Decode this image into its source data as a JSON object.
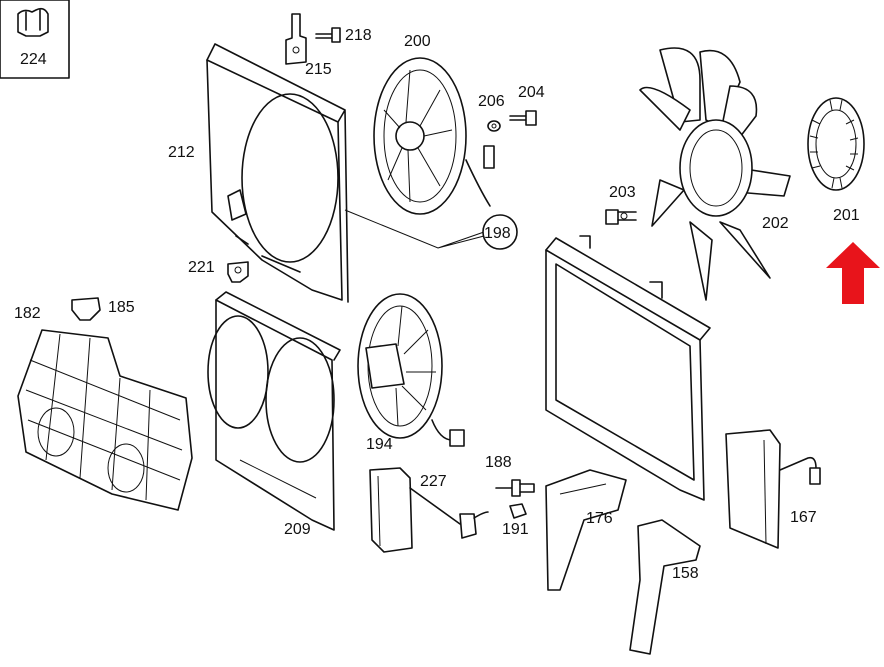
{
  "callouts": {
    "p224": "224",
    "p218": "218",
    "p215": "215",
    "p200": "200",
    "p206": "206",
    "p204": "204",
    "p212": "212",
    "p198": "198",
    "p203": "203",
    "p202": "202",
    "p201": "201",
    "p221": "221",
    "p182": "182",
    "p185": "185",
    "p194": "194",
    "p188": "188",
    "p227": "227",
    "p191": "191",
    "p176": "176",
    "p209": "209",
    "p167": "167",
    "p158": "158"
  },
  "colors": {
    "highlight_arrow": "#e8141b",
    "line": "#111111"
  },
  "icons": {
    "highlight": "red-up-arrow-icon"
  }
}
